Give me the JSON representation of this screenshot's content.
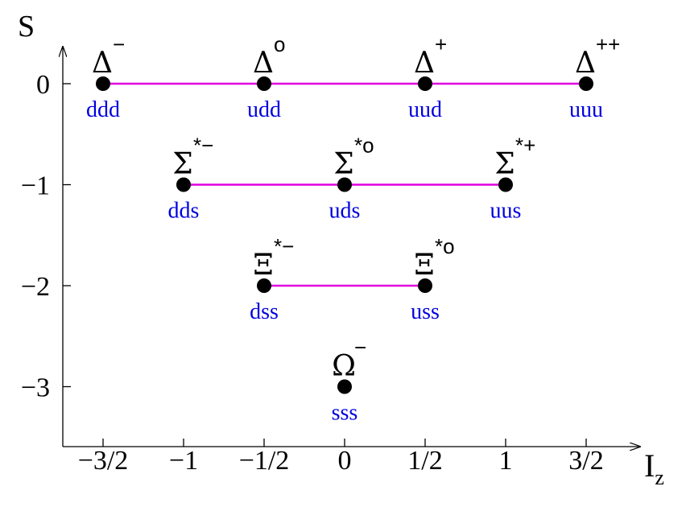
{
  "chart_data": {
    "type": "scatter",
    "title": "",
    "xlabel": "I",
    "xlabel_subscript": "z",
    "ylabel": "S",
    "xlim": [
      -1.75,
      1.83
    ],
    "ylim": [
      -3.6,
      0.35
    ],
    "x_ticks": [
      {
        "value": -1.5,
        "label": "−3/2"
      },
      {
        "value": -1.0,
        "label": "−1"
      },
      {
        "value": -0.5,
        "label": "−1/2"
      },
      {
        "value": 0.0,
        "label": "0"
      },
      {
        "value": 0.5,
        "label": "1/2"
      },
      {
        "value": 1.0,
        "label": "1"
      },
      {
        "value": 1.5,
        "label": "3/2"
      }
    ],
    "y_ticks": [
      {
        "value": 0,
        "label": "0"
      },
      {
        "value": -1,
        "label": "−1"
      },
      {
        "value": -2,
        "label": "−2"
      },
      {
        "value": -3,
        "label": "−3"
      }
    ],
    "colors": {
      "connector": "#e000e0",
      "quark_text": "#0000e0",
      "point": "#000000"
    },
    "multiplet_lines": [
      {
        "S": 0,
        "from": -1.5,
        "to": 1.5
      },
      {
        "S": -1,
        "from": -1.0,
        "to": 1.0
      },
      {
        "S": -2,
        "from": -0.5,
        "to": 0.5
      }
    ],
    "points": [
      {
        "x": -1.5,
        "y": 0,
        "symbol": "Δ",
        "charge": "−",
        "quarks": "ddd"
      },
      {
        "x": -0.5,
        "y": 0,
        "symbol": "Δ",
        "charge": "o",
        "quarks": "udd"
      },
      {
        "x": 0.5,
        "y": 0,
        "symbol": "Δ",
        "charge": "+",
        "quarks": "uud"
      },
      {
        "x": 1.5,
        "y": 0,
        "symbol": "Δ",
        "charge": "++",
        "quarks": "uuu"
      },
      {
        "x": -1.0,
        "y": -1,
        "symbol": "Σ",
        "charge": "*−",
        "quarks": "dds"
      },
      {
        "x": 0.0,
        "y": -1,
        "symbol": "Σ",
        "charge": "*o",
        "quarks": "uds"
      },
      {
        "x": 1.0,
        "y": -1,
        "symbol": "Σ",
        "charge": "*+",
        "quarks": "uus"
      },
      {
        "x": -0.5,
        "y": -2,
        "symbol": "Ξ",
        "charge": "*−",
        "quarks": "dss"
      },
      {
        "x": 0.5,
        "y": -2,
        "symbol": "Ξ",
        "charge": "*o",
        "quarks": "uss"
      },
      {
        "x": 0.0,
        "y": -3,
        "symbol": "Ω",
        "charge": "−",
        "quarks": "sss"
      }
    ]
  }
}
